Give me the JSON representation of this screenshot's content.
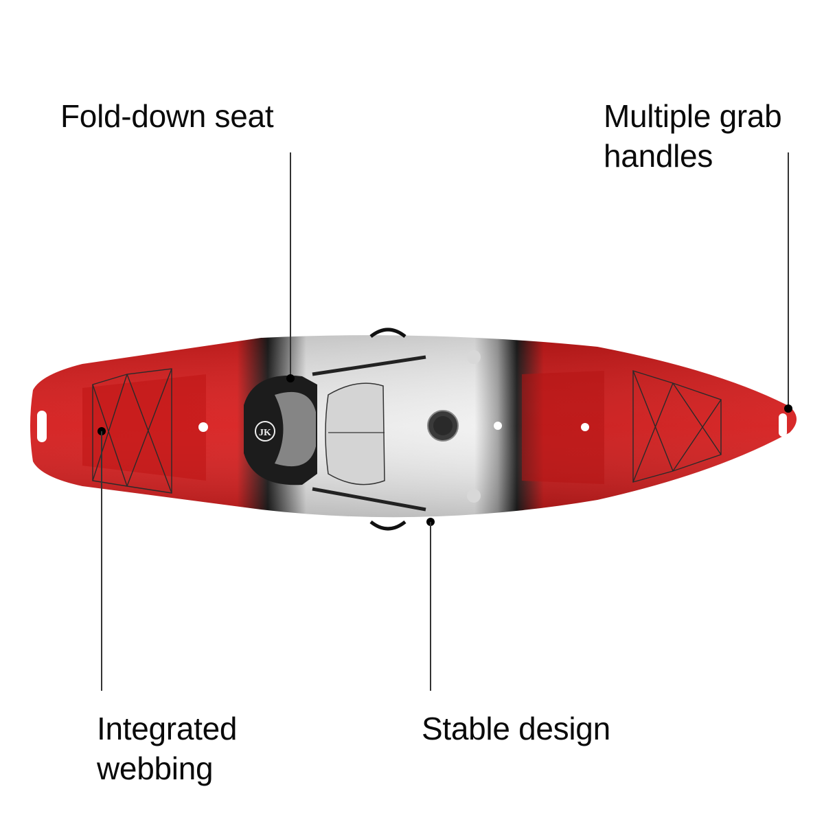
{
  "image": {
    "subject": "sit-on-top kayak, top view",
    "colors": {
      "hull_red": "#d81f1f",
      "hull_red_dark": "#a81212",
      "white_deck": "#eeeeee",
      "black_band": "#1a1a1a",
      "seat_gray": "#7a7a7a",
      "callout_line": "#333333",
      "text": "#0a0a0a"
    }
  },
  "callouts": [
    {
      "id": "seat",
      "label": "Fold-down seat"
    },
    {
      "id": "handles",
      "label": "Multiple grab\nhandles"
    },
    {
      "id": "webbing",
      "label": "Integrated\nwebbing"
    },
    {
      "id": "stable",
      "label": "Stable design"
    }
  ]
}
